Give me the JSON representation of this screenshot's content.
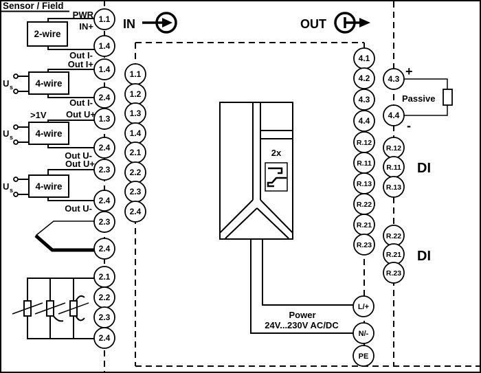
{
  "header": {
    "area_label": "Sensor / Field"
  },
  "flow": {
    "in_label": "IN",
    "out_label": "OUT"
  },
  "sensor_examples": {
    "two_wire_label": "2-wire",
    "four_wire_label": "4-wire",
    "pwr": "PWR",
    "in_plus": "IN+",
    "out_i_minus": "Out I-",
    "out_i_plus": "Out I+",
    "out_u_plus": "Out U+",
    "out_u_minus": "Out U-",
    "voltage_threshold": ">1V",
    "supply_u": "U",
    "supply_sub": "s"
  },
  "terminals": {
    "left": [
      "1.1",
      "1.4",
      "1.4",
      "2.4",
      "1.3",
      "2.4",
      "2.3",
      "2.4",
      "2.3",
      "2.4",
      "2.1",
      "2.2",
      "2.3",
      "2.4"
    ],
    "module_inputs": [
      "1.1",
      "1.2",
      "1.3",
      "1.4",
      "2.1",
      "2.2",
      "2.3",
      "2.4"
    ],
    "module_outputs": [
      "4.1",
      "4.2",
      "4.3",
      "4.4",
      "R.12",
      "R.11",
      "R.13",
      "R.22",
      "R.21",
      "R.23"
    ],
    "field_outputs": [
      "4.3",
      "4.4",
      "R.12",
      "R.11",
      "R.13",
      "R.22",
      "R.21",
      "R.23"
    ],
    "power": [
      "L/+",
      "N/-",
      "PE"
    ]
  },
  "device": {
    "relay_count": "2x"
  },
  "output_side": {
    "plus": "+",
    "minus": "-",
    "passive_label": "Passive",
    "di_label_1": "DI",
    "di_label_2": "DI"
  },
  "power_info": {
    "line1": "Power",
    "line2": "24V...230V AC/DC"
  }
}
